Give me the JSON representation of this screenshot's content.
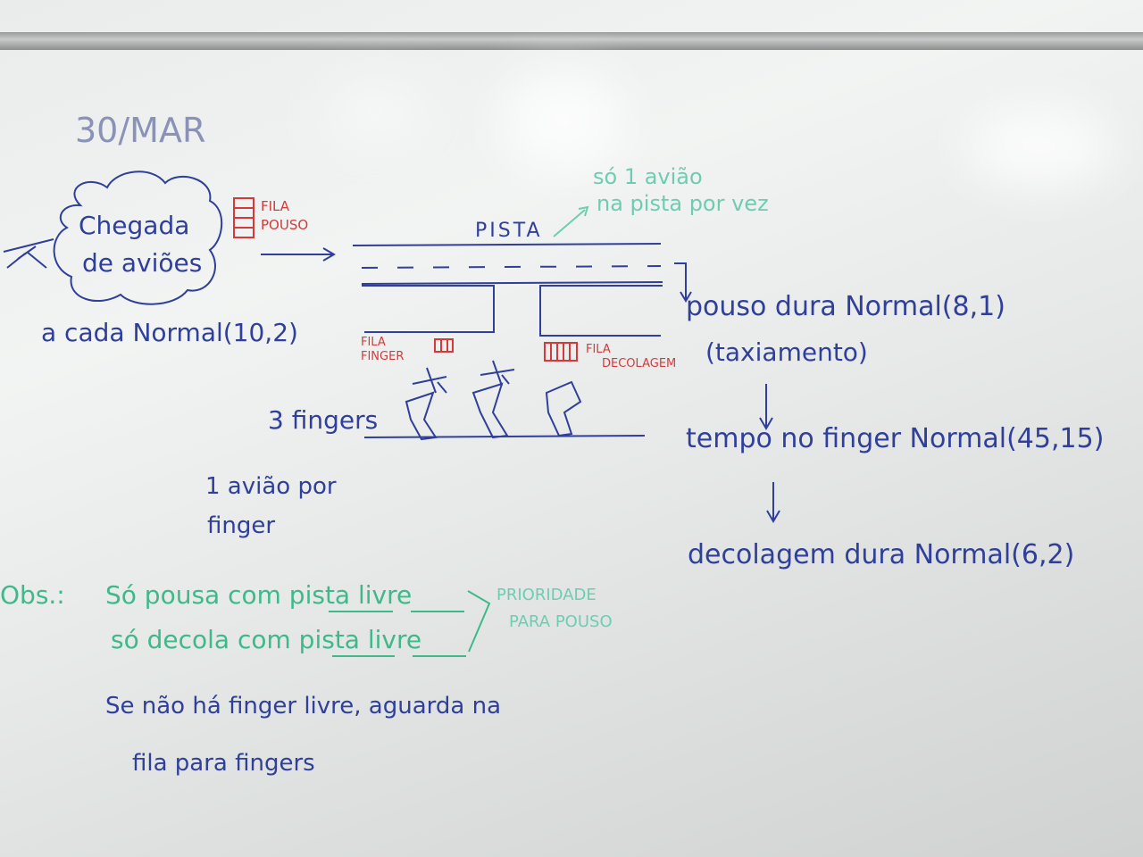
{
  "board": {
    "date": "30/MAR",
    "arrival": {
      "line1": "Chegada",
      "line2": "de aviões"
    },
    "arrival_rate": "a cada Normal(10,2)",
    "queue_landing": {
      "line1": "FILA",
      "line2": "POUSO"
    },
    "runway_label": "PISTA",
    "runway_note": {
      "line1": "só 1 avião",
      "line2": "na pista por vez"
    },
    "landing_time": "pouso dura Normal(8,1)",
    "taxi": "(taxiamento)",
    "finger_time": "tempo no finger Normal(45,15)",
    "takeoff_time": "decolagem dura Normal(6,2)",
    "queue_finger": {
      "line1": "FILA",
      "line2": "FINGER"
    },
    "queue_takeoff": {
      "line1": "FILA",
      "line2": "DECOLAGEM"
    },
    "fingers_count": "3 fingers",
    "one_plane": {
      "line1": "1 avião por",
      "line2": "finger"
    },
    "obs": {
      "label": "Obs.:",
      "line1": "Só pousa com pista livre",
      "line2": "só decola com pista livre",
      "priority1": "PRIORIDADE",
      "priority2": "PARA POUSO"
    },
    "wait": {
      "line1": "Se não há finger livre, aguarda na",
      "line2": "fila para fingers"
    }
  }
}
